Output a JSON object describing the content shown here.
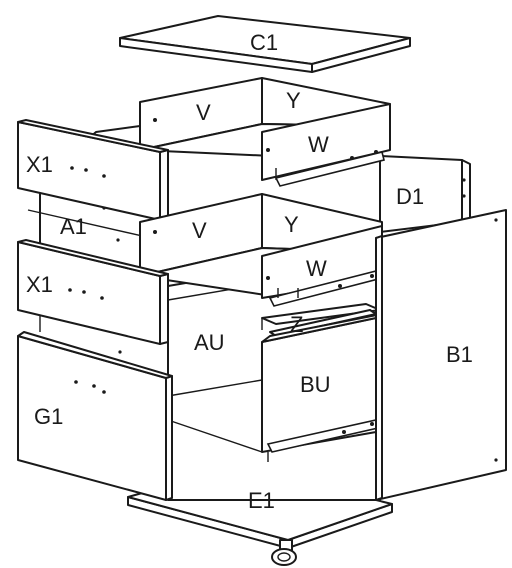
{
  "labels": {
    "C1": "C1",
    "V_top": "V",
    "Y_top": "Y",
    "W_top": "W",
    "X1_top": "X1",
    "D1": "D1",
    "A1": "A1",
    "V_mid": "V",
    "Y_mid": "Y",
    "X1_mid": "X1",
    "W_mid": "W",
    "Z": "Z",
    "AU": "AU",
    "B1": "B1",
    "BU": "BU",
    "G1": "G1",
    "E1": "E1"
  },
  "colors": {
    "line": "#1a1a1a",
    "background": "#ffffff"
  }
}
